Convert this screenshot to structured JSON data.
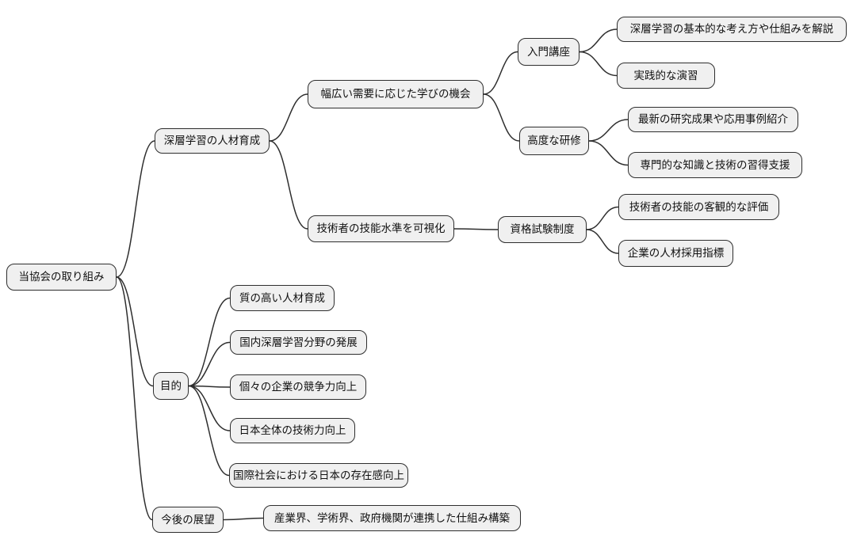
{
  "diagram": {
    "type": "mindmap",
    "orientation": "left-to-right",
    "root_label": "当協会の取り組み"
  },
  "style": {
    "background": "#ffffff",
    "node_fill": "#f0f0f0",
    "node_border": "#2e2e2e",
    "edge_color": "#2e2e2e"
  },
  "nodes": [
    {
      "id": "root",
      "parent": null,
      "label": "当協会の取り組み"
    },
    {
      "id": "jinzai",
      "parent": "root",
      "label": "深層学習の人材育成"
    },
    {
      "id": "manabi",
      "parent": "jinzai",
      "label": "幅広い需要に応じた学びの機会"
    },
    {
      "id": "nyumon",
      "parent": "manabi",
      "label": "入門講座"
    },
    {
      "id": "kihon",
      "parent": "nyumon",
      "label": "深層学習の基本的な考え方や仕組みを解説"
    },
    {
      "id": "jissen",
      "parent": "nyumon",
      "label": "実践的な演習"
    },
    {
      "id": "kodo",
      "parent": "manabi",
      "label": "高度な研修"
    },
    {
      "id": "saishin",
      "parent": "kodo",
      "label": "最新の研究成果や応用事例紹介"
    },
    {
      "id": "senmon",
      "parent": "kodo",
      "label": "専門的な知識と技術の習得支援"
    },
    {
      "id": "kashika",
      "parent": "jinzai",
      "label": "技術者の技能水準を可視化"
    },
    {
      "id": "shikaku",
      "parent": "kashika",
      "label": "資格試験制度"
    },
    {
      "id": "kyakkan",
      "parent": "shikaku",
      "label": "技術者の技能の客観的な評価"
    },
    {
      "id": "saiyo",
      "parent": "shikaku",
      "label": "企業の人材採用指標"
    },
    {
      "id": "mokuteki",
      "parent": "root",
      "label": "目的"
    },
    {
      "id": "shitsu",
      "parent": "mokuteki",
      "label": "質の高い人材育成"
    },
    {
      "id": "kokunai",
      "parent": "mokuteki",
      "label": "国内深層学習分野の発展"
    },
    {
      "id": "kigyo",
      "parent": "mokuteki",
      "label": "個々の企業の競争力向上"
    },
    {
      "id": "nihon",
      "parent": "mokuteki",
      "label": "日本全体の技術力向上"
    },
    {
      "id": "kokusai",
      "parent": "mokuteki",
      "label": "国際社会における日本の存在感向上"
    },
    {
      "id": "tenbo",
      "parent": "root",
      "label": "今後の展望"
    },
    {
      "id": "sangyo",
      "parent": "tenbo",
      "label": "産業界、学術界、政府機関が連携した仕組み構築"
    }
  ]
}
